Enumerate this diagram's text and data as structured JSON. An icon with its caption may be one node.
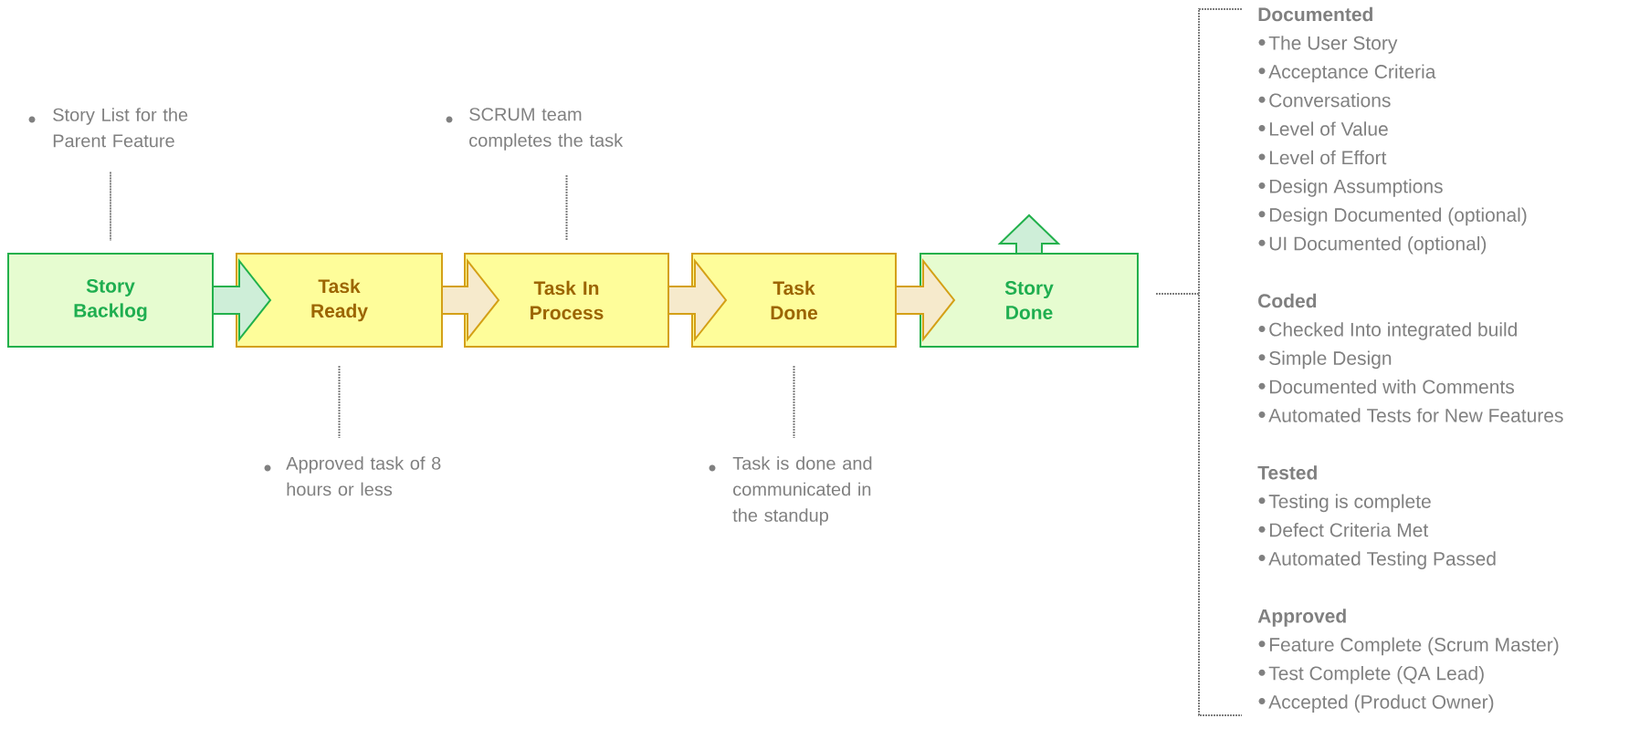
{
  "diagram": {
    "nodes": [
      {
        "text": [
          "Story Backlog"
        ]
      },
      {
        "text": [
          "Task Ready"
        ]
      },
      {
        "text": [
          "Task In Process"
        ]
      },
      {
        "text": [
          "Task Done"
        ]
      },
      {
        "text": [
          "Story Done"
        ]
      },
      {
        "text": [
          "Story List for the Parent Feature"
        ]
      },
      {
        "text": [
          "Approved task of 8 hours or less"
        ]
      },
      {
        "text": [
          "SCRUM team completes the task"
        ]
      },
      {
        "text": [
          "Task is done and communicated in the standup"
        ]
      },
      {
        "text": [
          "Documented",
          "The User Story",
          "Acceptance Criteria",
          "Conversations",
          "Level of Value",
          "Level of Effort",
          "Design Assumptions",
          "Design Documented (optional)",
          "UI Documented (optional)",
          "Coded",
          "Checked Into integrated build",
          "Simple Design",
          "Documented with Comments",
          "Automated Tests for New Features",
          "Tested",
          "Testing is complete",
          "Defect Criteria Met",
          "Automated Testing Passed",
          "Approved",
          "Feature Complete (Scrum Master)",
          "Test Complete (QA Lead)",
          "Accepted (Product Owner)"
        ]
      }
    ],
    "edges": [
      {
        "from": 0,
        "to": 1,
        "arrow": "to",
        "color": "#22b14c"
      },
      {
        "from": 1,
        "to": 2,
        "arrow": "to",
        "color": "#d4a017"
      },
      {
        "from": 2,
        "to": 3,
        "arrow": "to",
        "color": "#d4a017"
      },
      {
        "from": 3,
        "to": 4,
        "arrow": "to",
        "color": "#d4a017"
      },
      {
        "from": 4,
        "to": null,
        "arrow": "to",
        "color": "#22b14c"
      },
      {
        "from": 5,
        "to": 0,
        "arrow": "none",
        "style": "dashed",
        "color": "#7f7f7f"
      },
      {
        "from": 7,
        "to": 2,
        "arrow": "none",
        "style": "dashed",
        "color": "#7f7f7f"
      },
      {
        "from": 1,
        "to": 6,
        "arrow": "none",
        "style": "dashed",
        "color": "#7f7f7f"
      },
      {
        "from": 3,
        "to": 8,
        "arrow": "none",
        "style": "dashed",
        "color": "#7f7f7f"
      },
      {
        "from": 4,
        "to": 9,
        "arrow": "none",
        "style": "dashed",
        "color": "#7f7f7f"
      }
    ]
  }
}
